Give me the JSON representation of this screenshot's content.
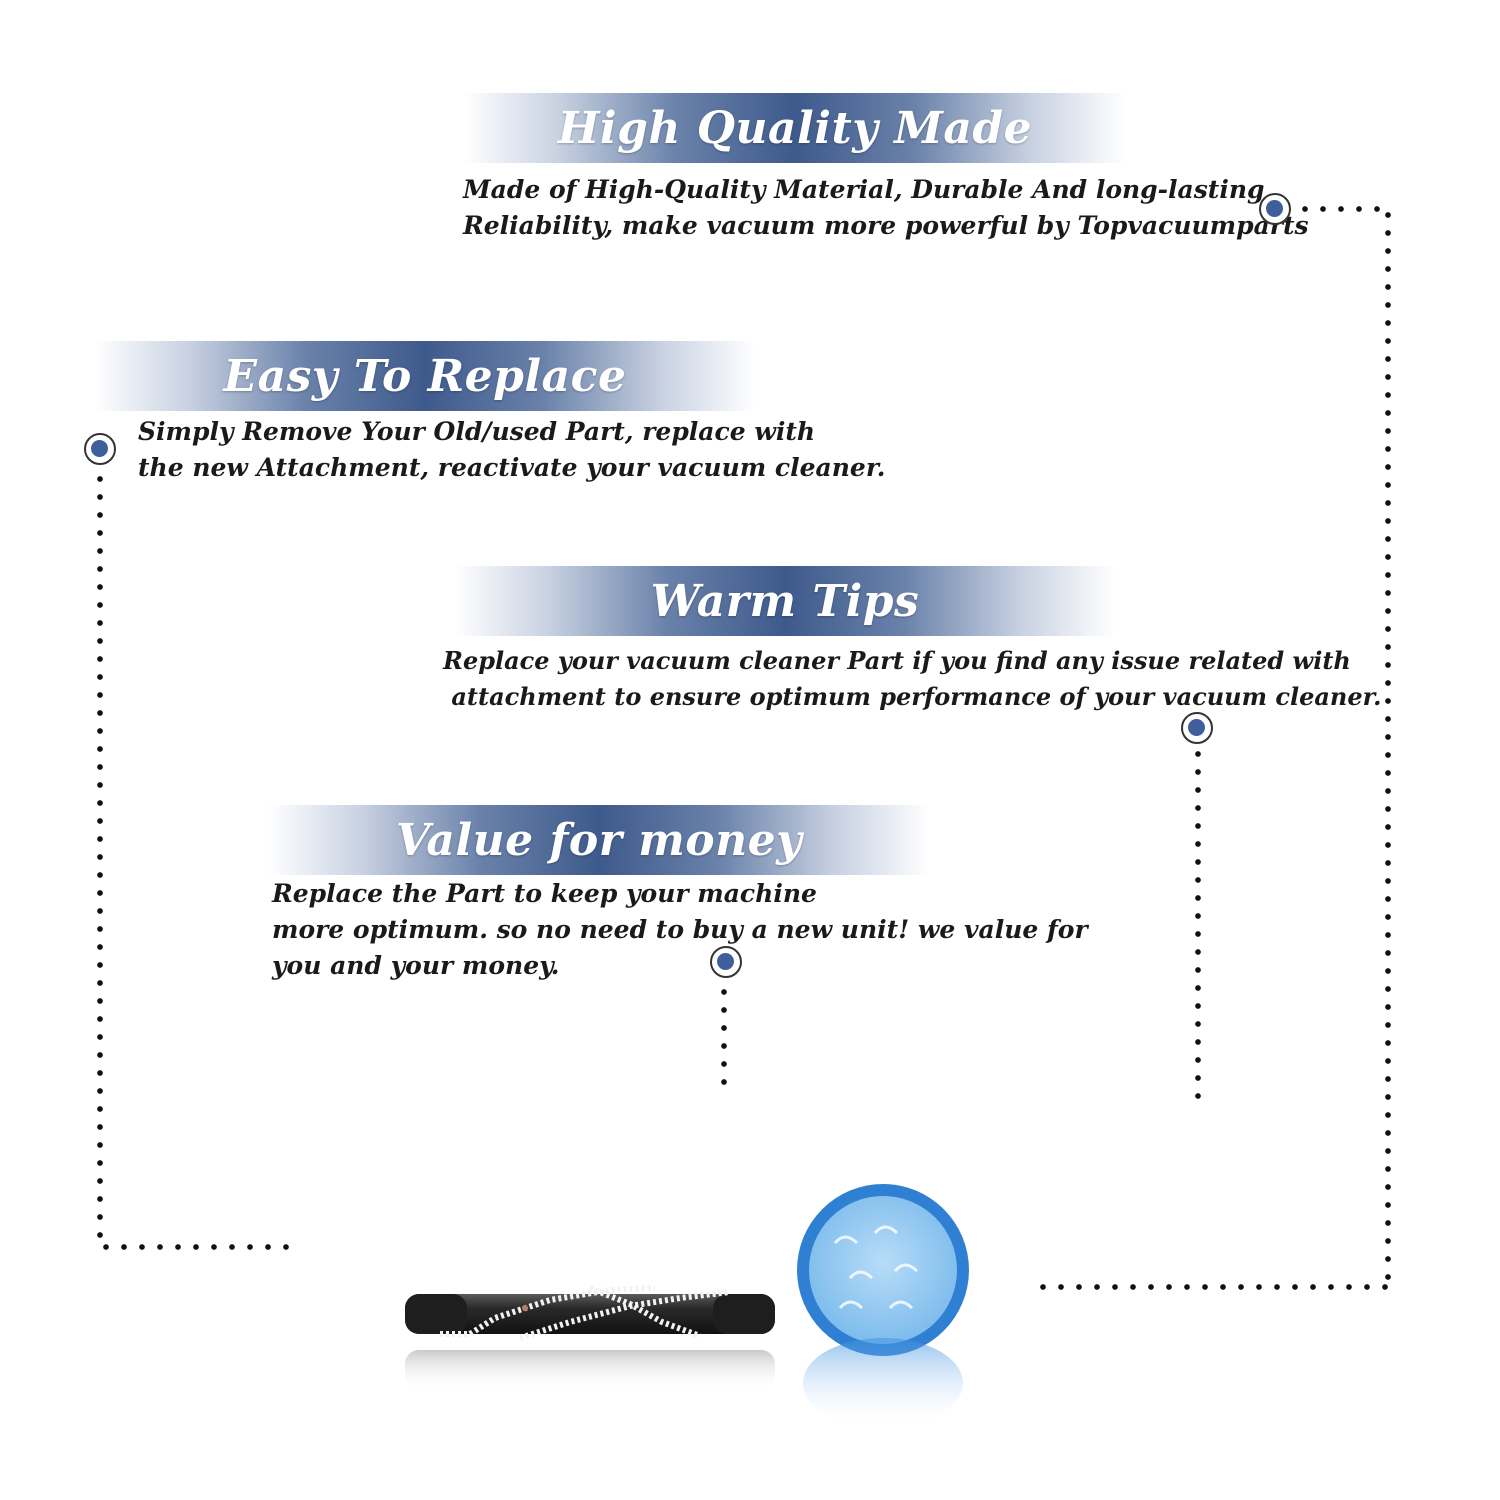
{
  "sections": [
    {
      "title": "High Quality Made",
      "lines": [
        "Made of  High-Quality Material, Durable And long-lasting",
        "Reliability, make vacuum more powerful by Topvacuumparts"
      ]
    },
    {
      "title": "Easy To Replace",
      "lines": [
        "Simply Remove Your Old/used Part, replace with",
        "the new Attachment, reactivate your vacuum cleaner."
      ]
    },
    {
      "title": "Warm Tips",
      "lines": [
        "Replace your vacuum cleaner Part if you find any issue related with",
        " attachment to ensure optimum performance of your vacuum cleaner."
      ]
    },
    {
      "title": "Value for money",
      "lines": [
        "Replace the Part to keep your machine",
        "more optimum. so no need to buy a new unit! we value for",
        "you and your money."
      ]
    }
  ],
  "colors": {
    "banner_mid": "#3e5a8c",
    "node_fill": "#3f5f9c",
    "filter_blue": "#3b8fe0",
    "text": "#1a1a1a"
  },
  "icons": [
    "timeline-node-icon",
    "brush-roll-icon",
    "round-filter-icon"
  ]
}
